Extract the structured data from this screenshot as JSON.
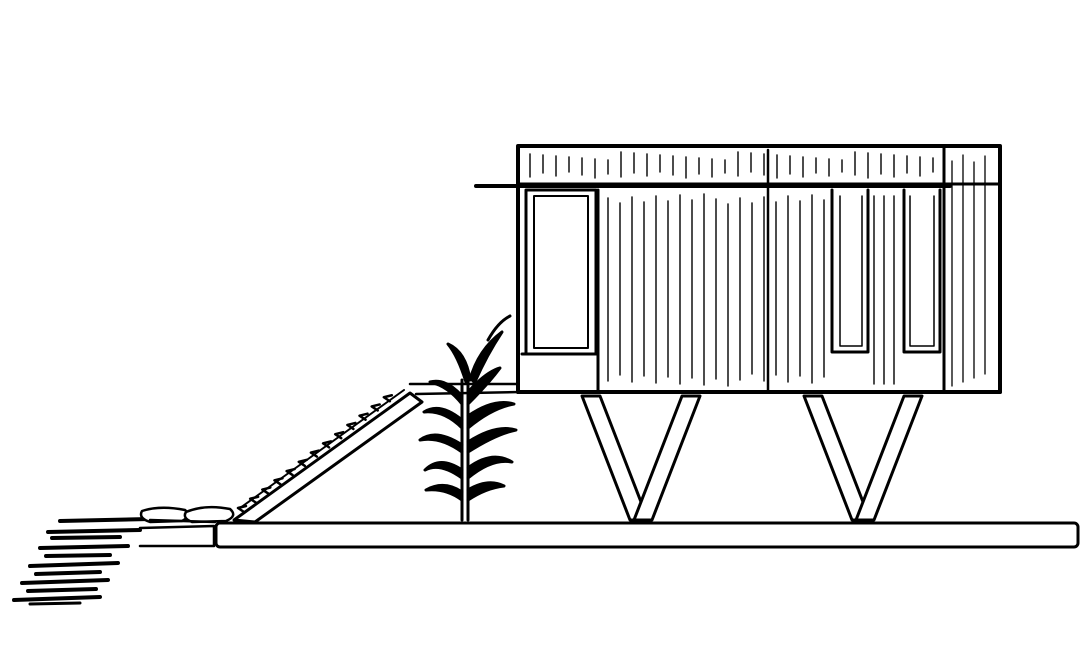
{
  "drawing": {
    "subject": "",
    "stroke_color": "#000000",
    "fill_color": "#ffffff",
    "elements": [
      "cabin-on-stilts",
      "v-shaped-stilts",
      "ground-slab",
      "entrance-ramp",
      "young-plant",
      "stone-steps"
    ]
  }
}
